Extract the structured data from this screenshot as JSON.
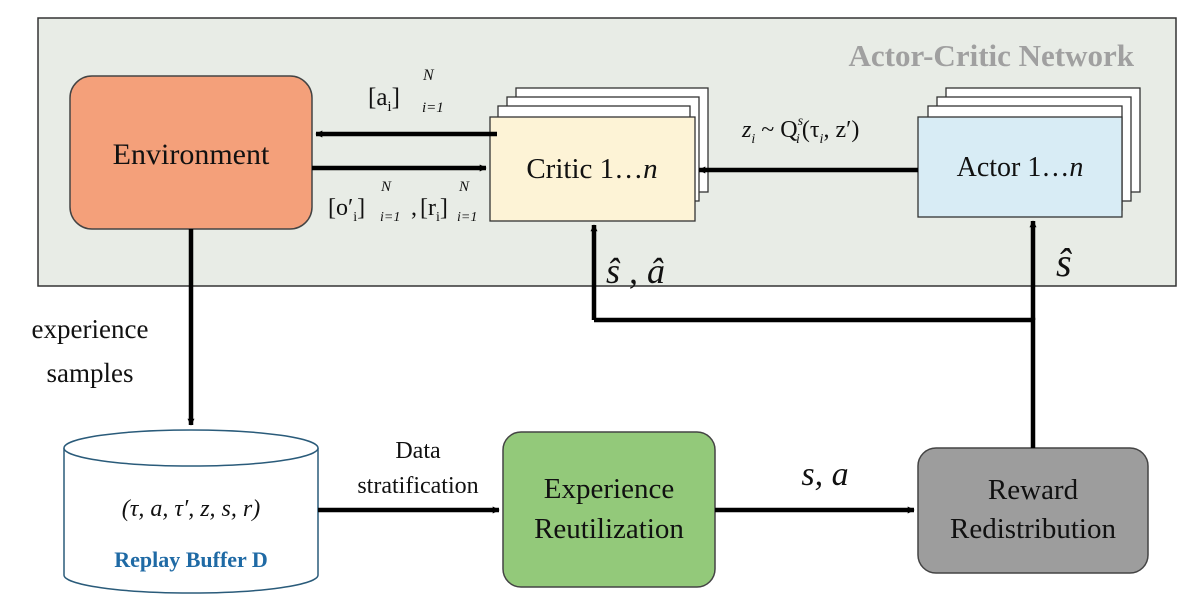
{
  "colors": {
    "frame_fill": "#e8ece6",
    "frame_stroke": "#333333",
    "network_title": "#a0a0a0",
    "environment_fill": "#f4a07a",
    "critic_fill": "#fdf3d6",
    "actor_fill": "#d8ecf5",
    "experience_fill": "#93c97a",
    "reward_fill": "#9d9d9d",
    "buffer_label": "#1f6aa5",
    "arrow": "#000000"
  },
  "network_title": "Actor-Critic Network",
  "nodes": {
    "environment": "Environment",
    "critic": {
      "text": "Critic 1…",
      "italic": "n"
    },
    "actor": {
      "text": "Actor 1…",
      "italic": "n"
    },
    "experience": [
      "Experience",
      "Reutilization"
    ],
    "reward": [
      "Reward",
      "Redistribution"
    ],
    "buffer": {
      "tuple": "(τ, a, τ′, z, s, r)",
      "label": "Replay Buffer D"
    }
  },
  "edge_labels": {
    "actions": {
      "base": "[a",
      "sub": "i",
      "close": "]",
      "sup": "N",
      "range": "i=1"
    },
    "observations": {
      "base": "[o′",
      "sub": "i",
      "close": "]",
      "sup": "N",
      "range": "i=1",
      "sep": ",",
      "base2": "[r",
      "sub2": "i",
      "close2": "]",
      "sup2": "N",
      "range2": "i=1"
    },
    "z_sample": {
      "lead": "z",
      "lead_sub": "i",
      "tilde": " ~ Q",
      "q_sup": "s",
      "q_sub": "i",
      "args": "(τ",
      "args_sub": "i",
      "args_end": ", z′)"
    },
    "s_hat_a_hat": "ŝ , â",
    "s_hat": "ŝ",
    "experience_samples": [
      "experience",
      "samples"
    ],
    "data_stratification": [
      "Data",
      "stratification"
    ],
    "s_a": "s, a"
  }
}
